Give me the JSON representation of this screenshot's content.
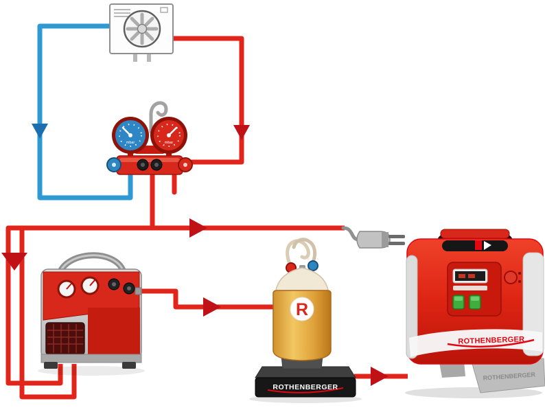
{
  "diagram": {
    "name": "refrigerant-recovery-and-recycling-workflow",
    "labels": {
      "gauge_low_unit": "mbar",
      "gauge_high_unit": "mbar",
      "cylinder_letter": "R",
      "scale_brand": "ROTHENBERGER",
      "machine_brand": "ROTHENBERGER",
      "machine_base_brand": "ROTHENBERGER"
    },
    "colors": {
      "pipe_red": "#e1251b",
      "pipe_blue": "#2f9ad1",
      "arrow_red": "#bf1116",
      "arrow_blue": "#1b6fae",
      "brand_red": "#e30613",
      "manifold_red": "#d8281c",
      "gauge_blue": "#2f86c5",
      "cylinder_amber": "#e8a93c",
      "scale_black": "#171717",
      "machine_red": "#dd2413",
      "metal_gray": "#c2c2c2"
    },
    "components": [
      "ac-unit",
      "manifold-gauge-set",
      "recovery-unit",
      "power-plug",
      "refrigerant-cylinder",
      "refrigerant-scale",
      "recycling-station"
    ]
  }
}
